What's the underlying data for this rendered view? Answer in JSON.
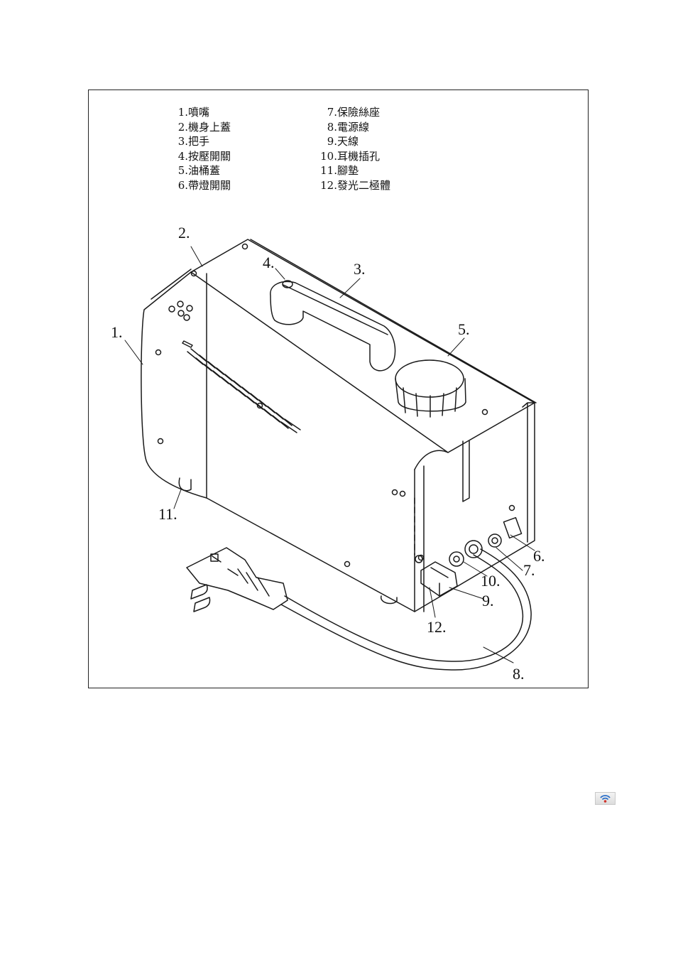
{
  "legend": {
    "items_left": [
      {
        "num": "1.",
        "label": "噴嘴"
      },
      {
        "num": "2.",
        "label": "機身上蓋"
      },
      {
        "num": "3.",
        "label": "把手"
      },
      {
        "num": "4.",
        "label": "按壓開關"
      },
      {
        "num": "5.",
        "label": "油桶蓋"
      },
      {
        "num": "6.",
        "label": "帶燈開關"
      }
    ],
    "items_right": [
      {
        "num": "7.",
        "label": "保險絲座"
      },
      {
        "num": "8.",
        "label": "電源線"
      },
      {
        "num": "9.",
        "label": "天線"
      },
      {
        "num": "10.",
        "label": "耳機插孔"
      },
      {
        "num": "11.",
        "label": "腳墊"
      },
      {
        "num": "12.",
        "label": "發光二極體"
      }
    ]
  },
  "callouts": {
    "c1": "1.",
    "c2": "2.",
    "c3": "3.",
    "c4": "4.",
    "c5": "5.",
    "c6": "6.",
    "c7": "7.",
    "c8": "8.",
    "c9": "9.",
    "c10": "10.",
    "c11": "11.",
    "c12": "12."
  },
  "icons": {
    "badge": "wifi-signal-icon"
  },
  "colors": {
    "line": "#1a1a1a",
    "badge_blue": "#2a6fc9",
    "badge_red": "#d0332c"
  }
}
